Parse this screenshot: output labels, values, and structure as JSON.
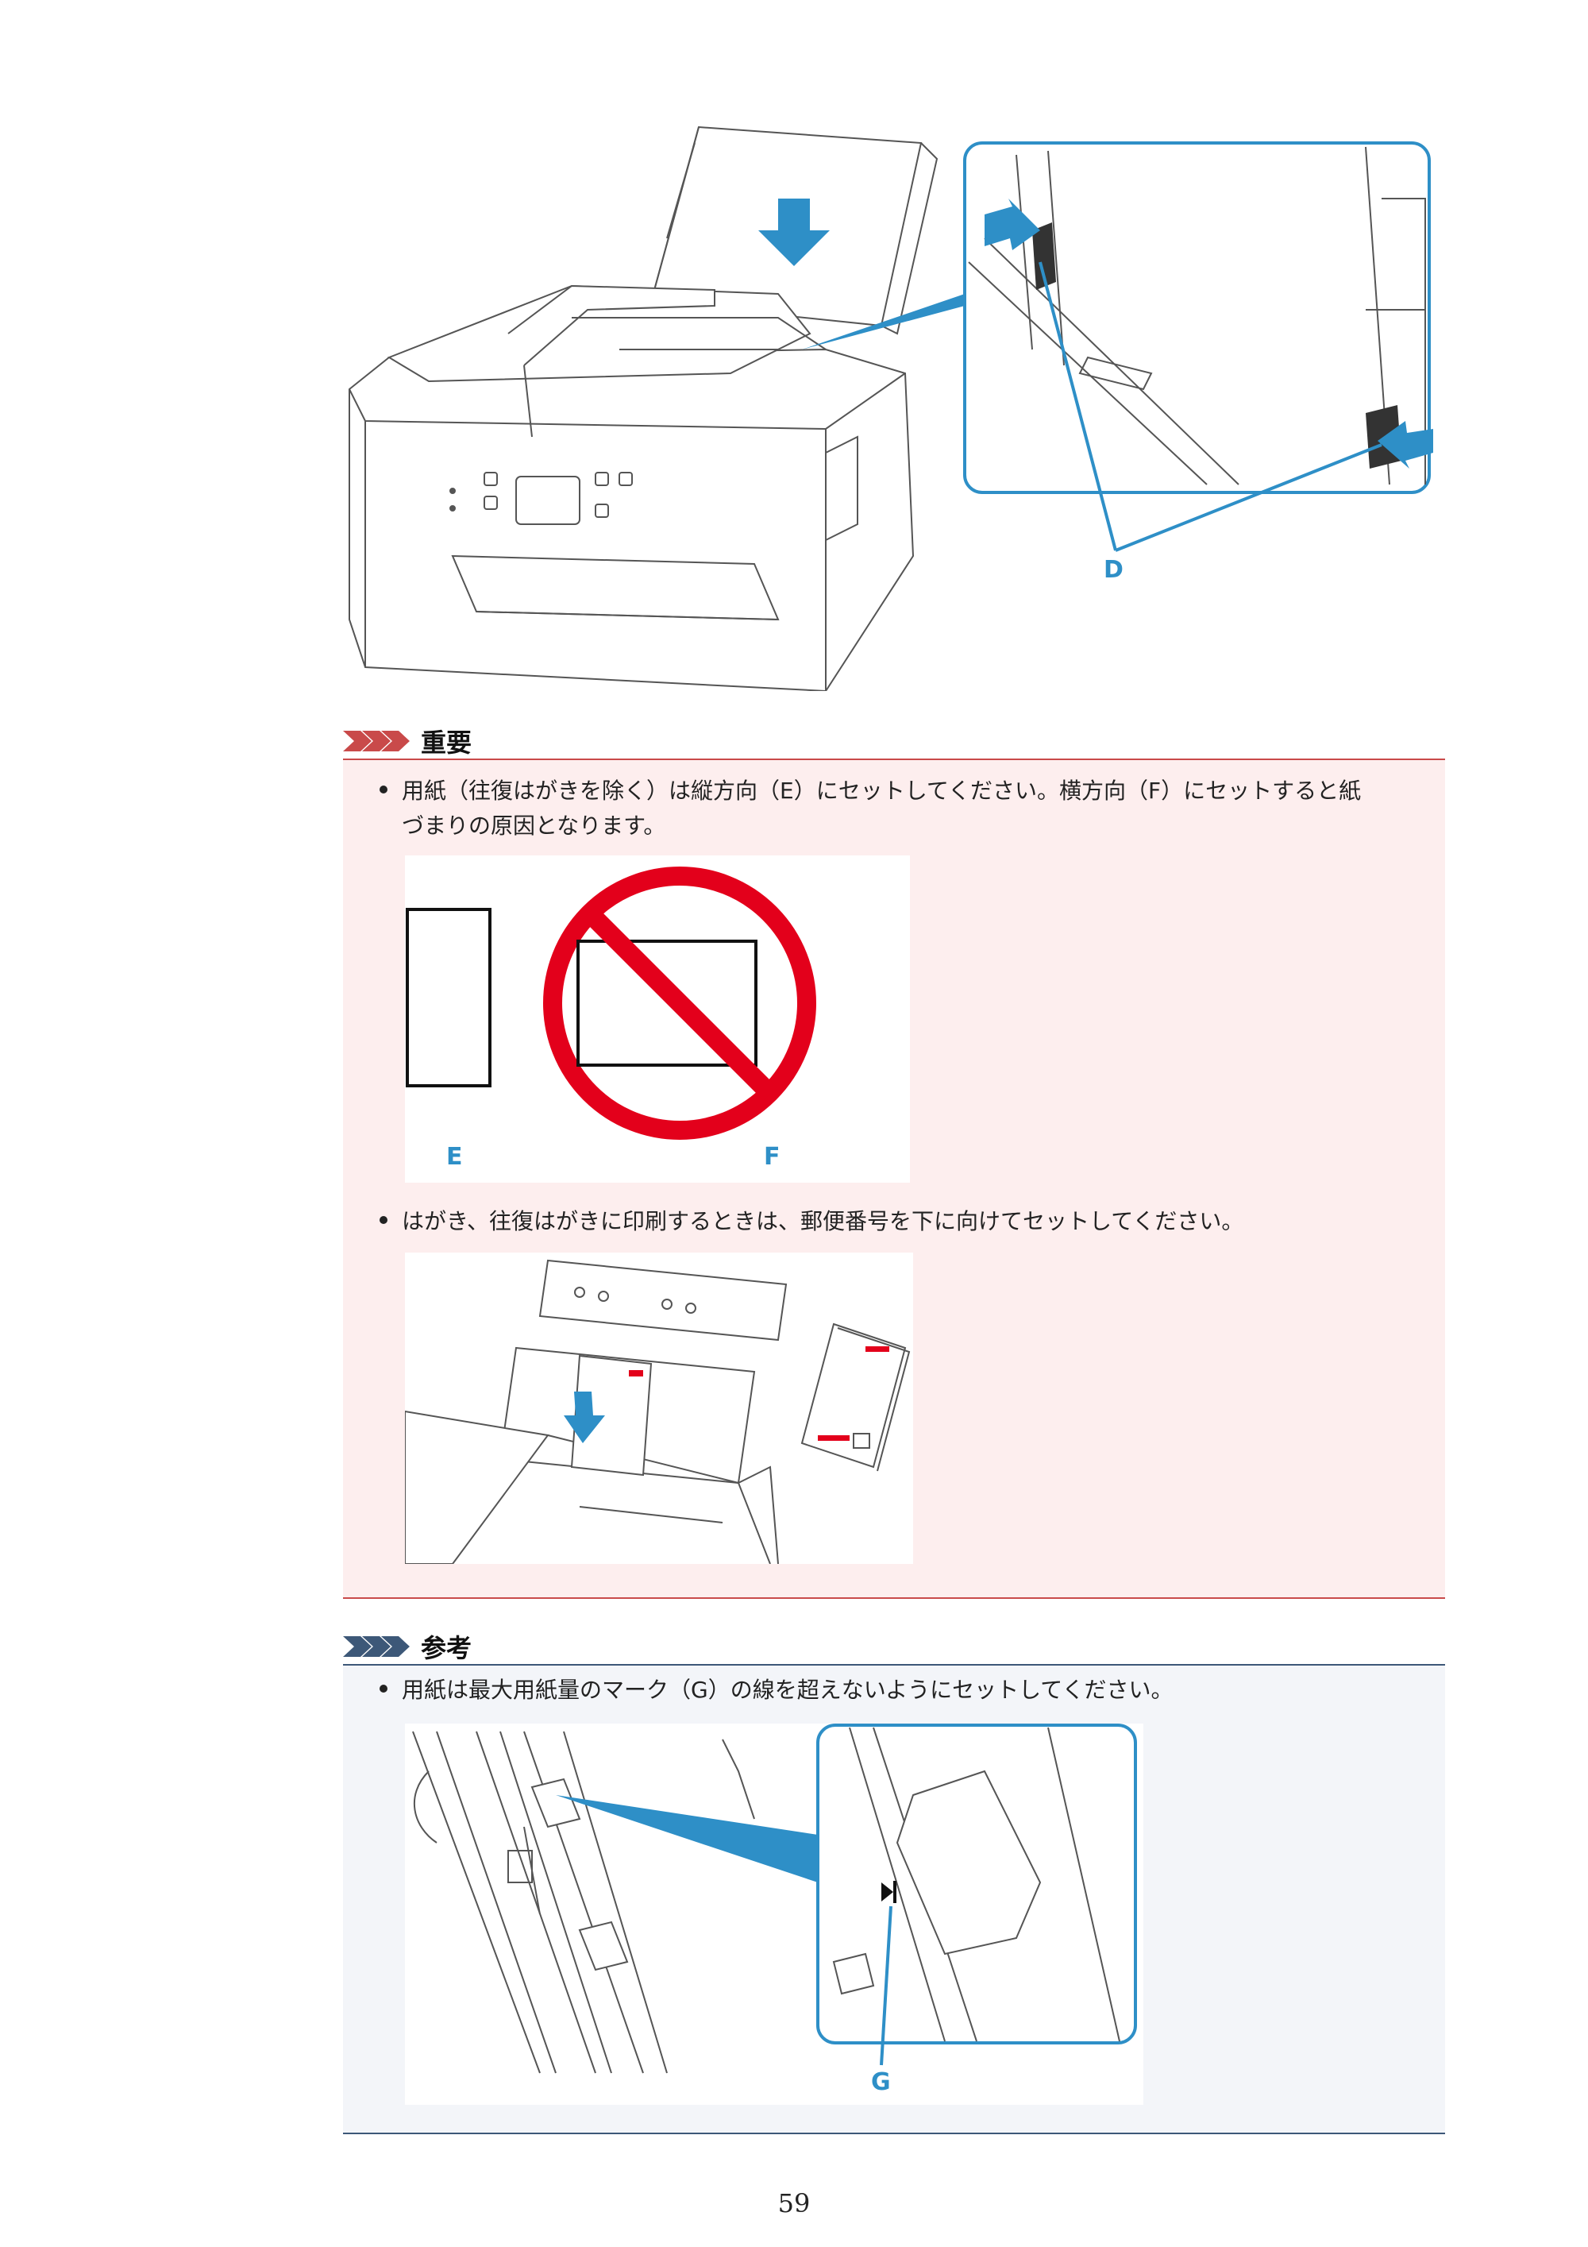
{
  "figure1": {
    "label_d": "D"
  },
  "important": {
    "title": "重要",
    "bullet1_line1": "用紙（往復はがきを除く）は縦方向（E）にセットしてください。横方向（F）にセットすると紙",
    "bullet1_line2": "づまりの原因となります。",
    "label_e": "E",
    "label_f": "F",
    "bullet2": "はがき、往復はがきに印刷するときは、郵便番号を下に向けてセットしてください。"
  },
  "note": {
    "title": "参考",
    "bullet1": "用紙は最大用紙量のマーク（G）の線を超えないようにセットしてください。",
    "label_g": "G"
  },
  "page_number": "59",
  "colors": {
    "accent_blue": "#2e8fc7",
    "important_red": "#c94a4a",
    "note_navy": "#3d5878",
    "prohibit_red": "#e3001b"
  }
}
